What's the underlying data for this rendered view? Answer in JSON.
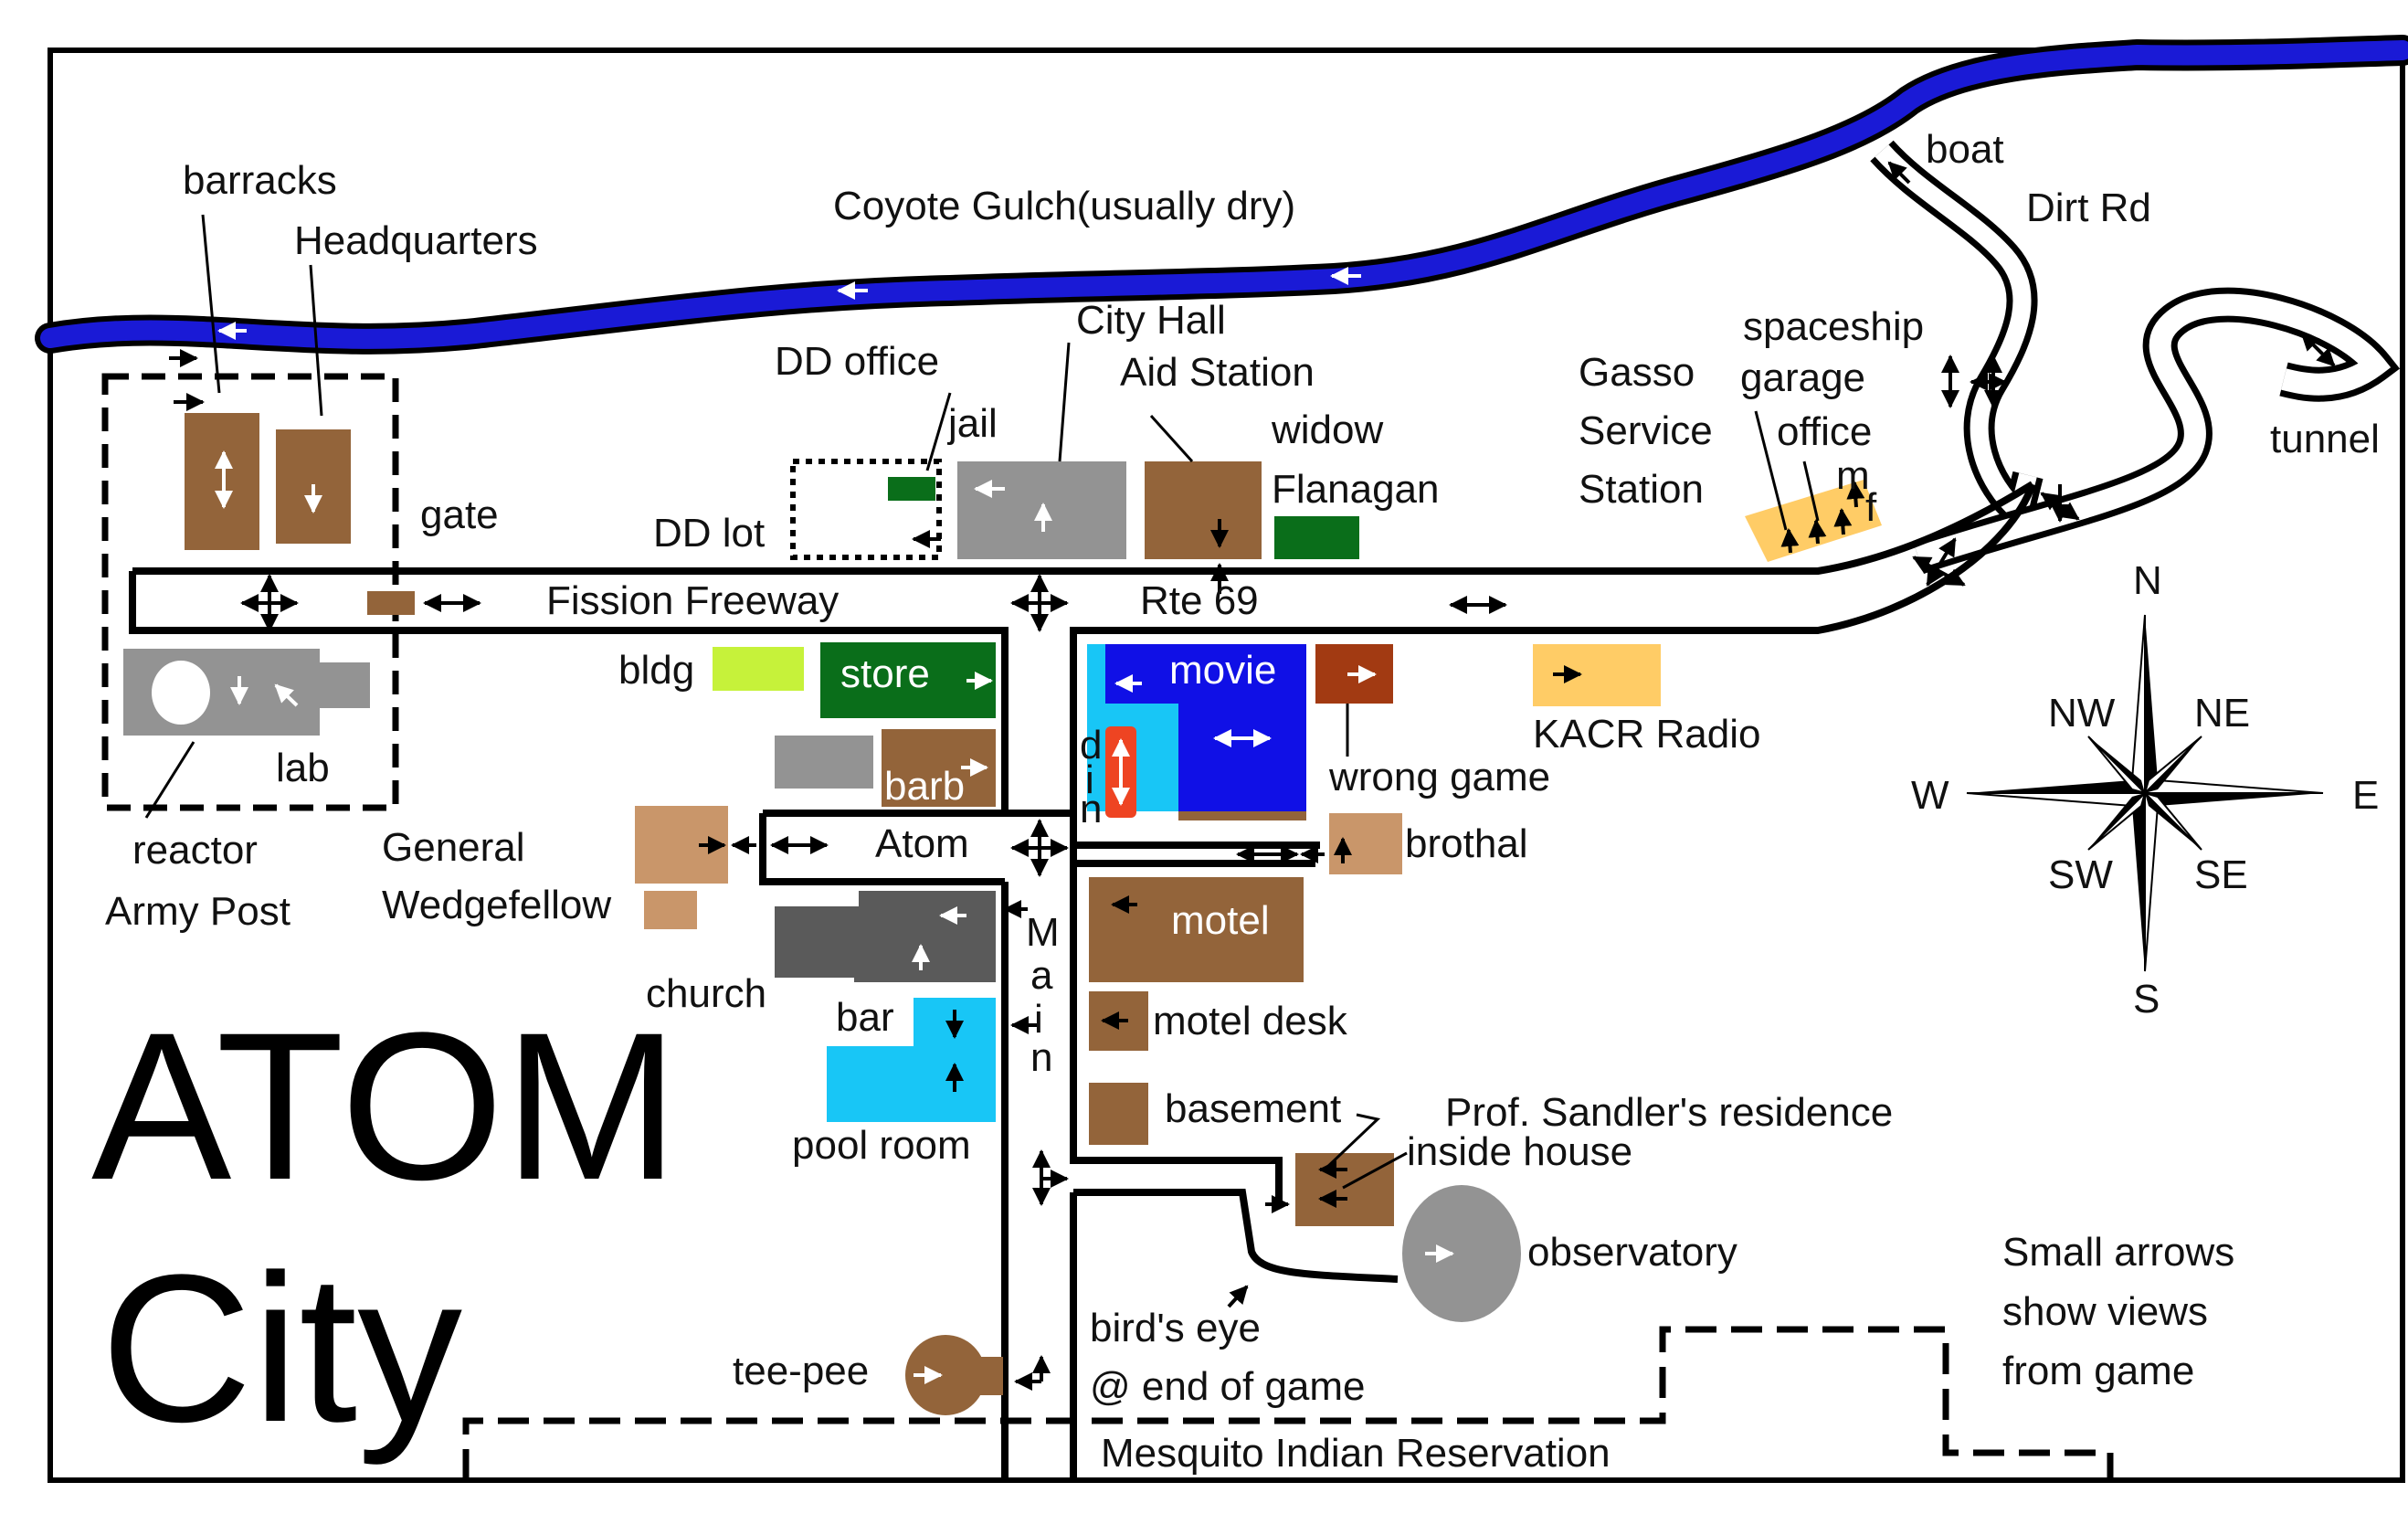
{
  "map": {
    "title_line1": "ATOM",
    "title_line2": "City",
    "legend": [
      "Small arrows",
      "show views",
      "from game"
    ],
    "compass": {
      "n": "N",
      "ne": "NE",
      "e": "E",
      "se": "SE",
      "s": "S",
      "sw": "SW",
      "w": "W",
      "nw": "NW"
    },
    "labels": {
      "barracks": "barracks",
      "headquarters": "Headquarters",
      "coyote_gulch": "Coyote Gulch(usually dry)",
      "boat": "boat",
      "dirt_rd": "Dirt Rd",
      "spaceship": "spaceship",
      "garage": "garage",
      "office": "office",
      "m": "m",
      "f": "f",
      "tunnel": "tunnel",
      "gasso_1": "Gasso",
      "gasso_2": "Service",
      "gasso_3": "Station",
      "city_hall": "City Hall",
      "aid_station": "Aid Station",
      "dd_office": "DD office",
      "jail": "jail",
      "dd_lot": "DD lot",
      "widow": "widow",
      "flanagan": "Flanagan",
      "gate": "gate",
      "fission_freeway": "Fission Freeway",
      "rte69": "Rte 69",
      "bldg": "bldg",
      "store": "store",
      "barb": "barb",
      "movie": "movie",
      "din_d": "d",
      "din_i": "i",
      "din_n": "n",
      "wrong_game": "wrong game",
      "kacr": "KACR Radio",
      "lab": "lab",
      "reactor": "reactor",
      "army_post": "Army Post",
      "general": "General",
      "wedgefellow": "Wedgefellow",
      "atom": "Atom",
      "brothal": "brothal",
      "motel": "motel",
      "church": "church",
      "bar": "bar",
      "pool_room": "pool room",
      "main_m": "M",
      "main_a": "a",
      "main_i": "i",
      "main_n": "n",
      "motel_desk": "motel desk",
      "basement": "basement",
      "sandler": "Prof. Sandler's residence",
      "inside_house": "inside house",
      "observatory": "observatory",
      "birds_eye": "bird's eye",
      "end_of_game": "@ end of game",
      "tee_pee": "tee-pee",
      "mesquito": "Mesquito Indian Reservation"
    }
  },
  "colors": {
    "river": "#1a1ad6",
    "brown_building": "#93643a",
    "tan_building": "#c9966a",
    "gray_building": "#939393",
    "dark_gray_building": "#5a5a5a",
    "green_building": "#0a6e1a",
    "light_green_building": "#c6f23a",
    "orange_building": "#ffcc66",
    "movie_blue": "#1010e6",
    "cyan": "#18c6f6",
    "red_orange": "#ee4422",
    "rust": "#a23a12"
  }
}
